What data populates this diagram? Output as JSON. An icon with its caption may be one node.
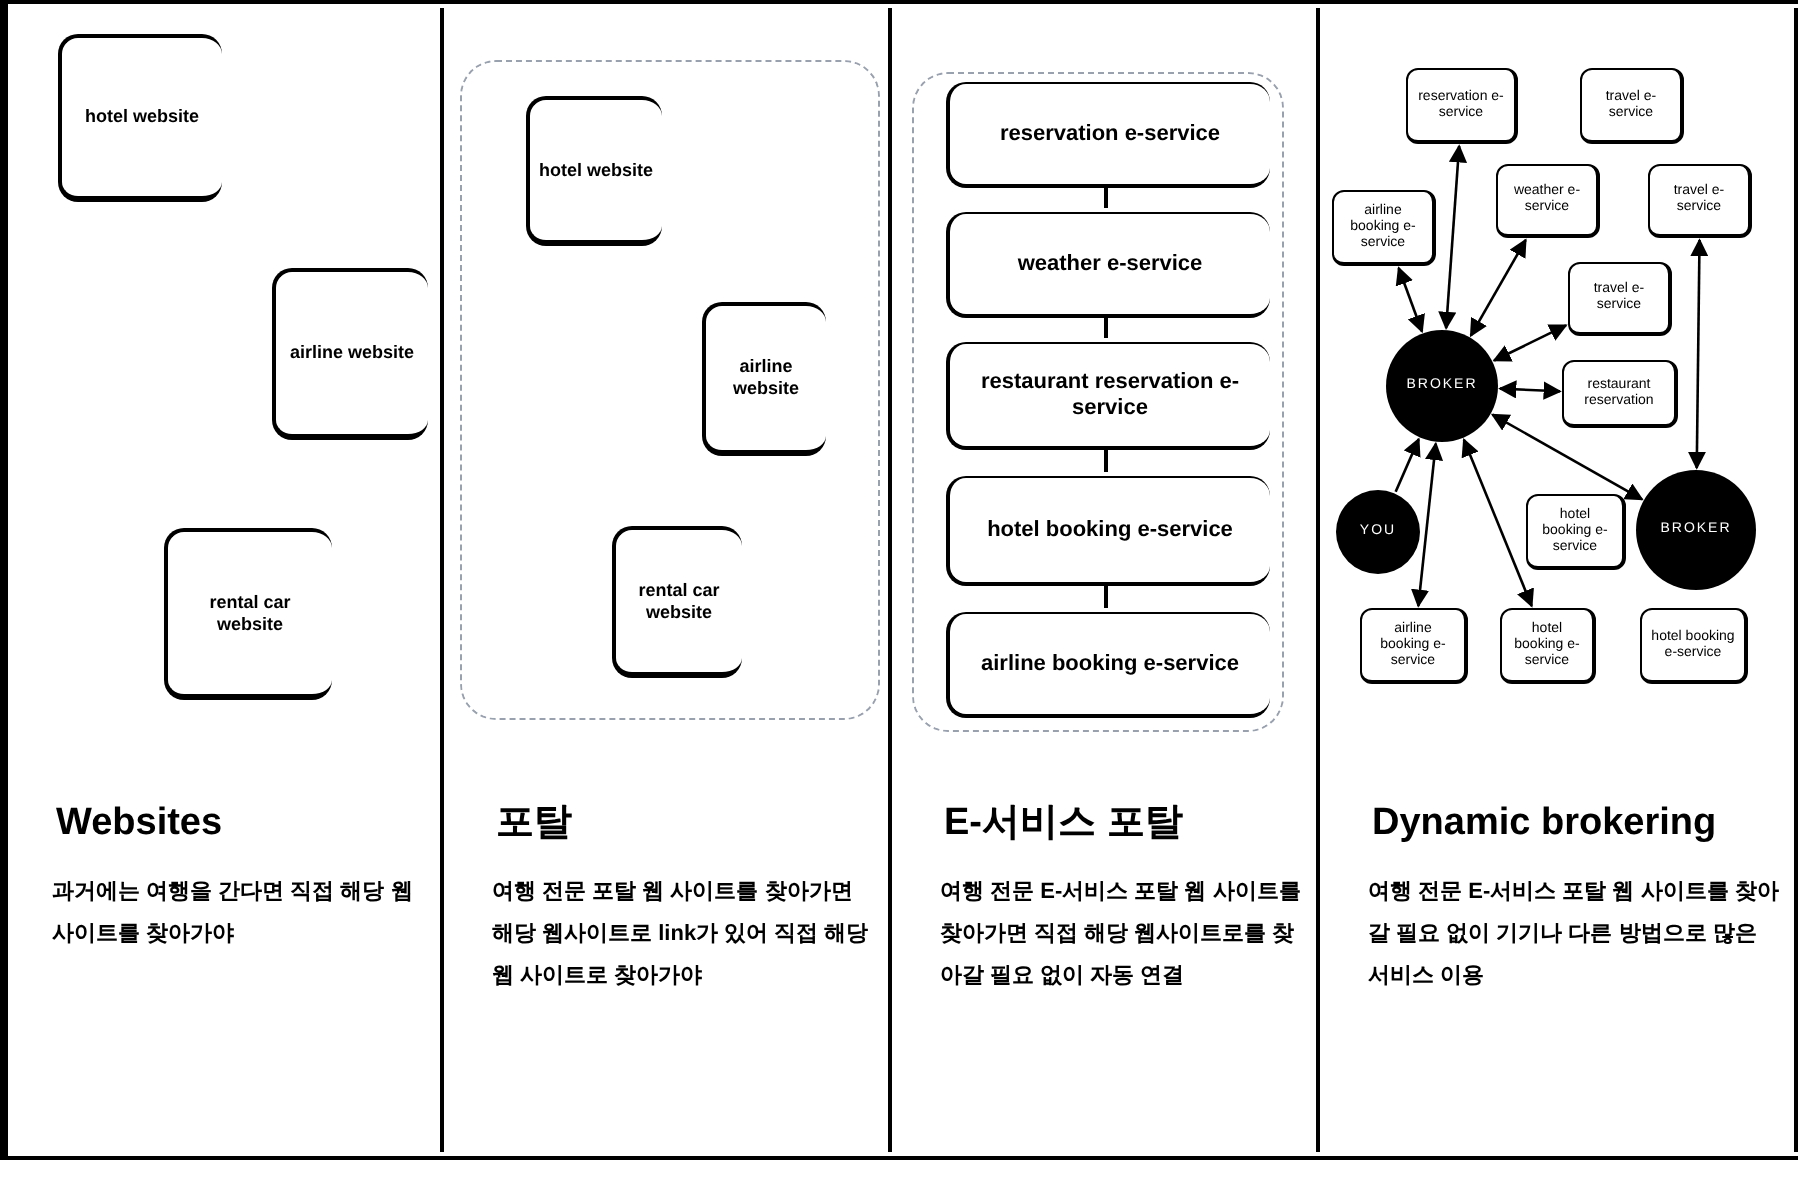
{
  "diagram": {
    "nodes": [
      {
        "text": [
          "Websites",
          "과거에는 여행을 간다면 직접 해당 웹사이트를 찾아가야"
        ]
      },
      {
        "text": [
          "hotel website"
        ],
        "in": 0
      },
      {
        "text": [
          "airline website"
        ],
        "in": 0
      },
      {
        "text": [
          "rental car website"
        ],
        "in": 0
      },
      {
        "text": [
          "포탈",
          "여행 전문 포탈 웹 사이트를 찾아가면 해당 웹사이트로 link가 있어 직접 해당 웹 사이트로 찾아가야"
        ]
      },
      {
        "text": [],
        "shape": "box",
        "in": 4
      },
      {
        "text": [
          "hotel website"
        ],
        "in": 5
      },
      {
        "text": [
          "airline website"
        ],
        "in": 5
      },
      {
        "text": [
          "rental car website"
        ],
        "in": 5
      },
      {
        "text": [
          "E-서비스 포탈",
          "여행 전문 E-서비스 포탈 웹 사이트를 찾아가면 직접 해당 웹사이트로를 찾아갈 필요 없이 자동 연결"
        ]
      },
      {
        "text": [],
        "shape": "box",
        "in": 9
      },
      {
        "text": [
          "reservation e-service"
        ],
        "in": 10
      },
      {
        "text": [
          "weather e-service"
        ],
        "in": 10
      },
      {
        "text": [
          "restaurant reservation e-service"
        ],
        "in": 10
      },
      {
        "text": [
          "hotel booking e-service"
        ],
        "in": 10
      },
      {
        "text": [
          "airline booking e-service"
        ],
        "in": 10
      },
      {
        "text": [
          "Dynamic brokering",
          "여행 전문 E-서비스 포탈 웹 사이트를 찾아갈 필요 없이 기기나 다른 방법으로 많은 서비스 이용"
        ]
      },
      {
        "text": [
          "reservation e-service"
        ],
        "in": 16
      },
      {
        "text": [
          "travel e-service"
        ],
        "in": 16
      },
      {
        "text": [
          "airline booking e-service"
        ],
        "in": 16
      },
      {
        "text": [
          "weather e-service"
        ],
        "in": 16
      },
      {
        "text": [
          "travel e-service"
        ],
        "in": 16
      },
      {
        "text": [
          "travel e-service"
        ],
        "in": 16
      },
      {
        "text": [
          "BROKER"
        ],
        "in": 16
      },
      {
        "text": [
          "restaurant reservation"
        ],
        "in": 16
      },
      {
        "text": [
          "YOU"
        ],
        "in": 16
      },
      {
        "text": [
          "hotel booking e-service"
        ],
        "in": 16
      },
      {
        "text": [
          "BROKER"
        ],
        "in": 16
      },
      {
        "text": [
          "airline booking e-service"
        ],
        "in": 16
      },
      {
        "text": [
          "hotel booking e-service"
        ],
        "in": 16
      },
      {
        "text": [
          "hotel booking e-service"
        ],
        "in": 16
      }
    ],
    "edges": [
      {
        "from": 11,
        "to": 12,
        "arrow": "none"
      },
      {
        "from": 12,
        "to": 13,
        "arrow": "none"
      },
      {
        "from": 13,
        "to": 14,
        "arrow": "none"
      },
      {
        "from": 14,
        "to": 15,
        "arrow": "none"
      },
      {
        "from": 23,
        "to": 19,
        "arrow": "both"
      },
      {
        "from": 23,
        "to": 17,
        "arrow": "both"
      },
      {
        "from": 23,
        "to": 20,
        "arrow": "both"
      },
      {
        "from": 23,
        "to": 22,
        "arrow": "both"
      },
      {
        "from": 23,
        "to": 24,
        "arrow": "both"
      },
      {
        "from": 23,
        "to": 27,
        "arrow": "both"
      },
      {
        "from": 25,
        "to": 23,
        "arrow": "to"
      },
      {
        "from": 23,
        "to": 28,
        "arrow": "both"
      },
      {
        "from": 23,
        "to": 29,
        "arrow": "both"
      },
      {
        "from": 27,
        "to": 21,
        "arrow": "both"
      }
    ]
  }
}
